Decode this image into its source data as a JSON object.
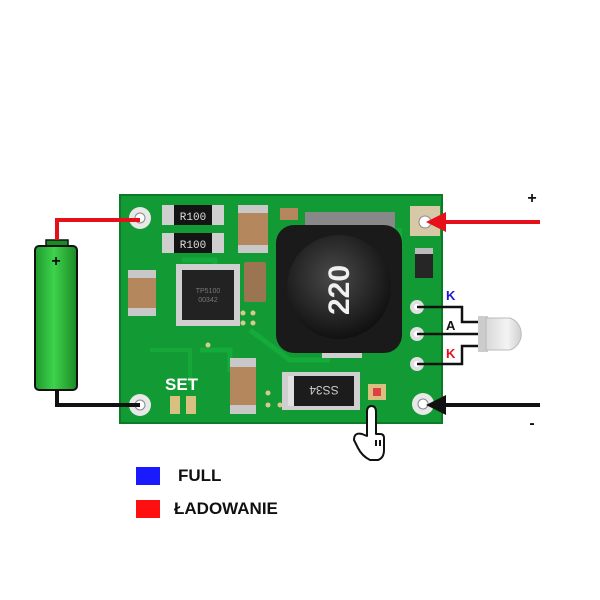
{
  "board": {
    "resistor_top": "R100",
    "resistor_bottom": "R100",
    "ic_text_1": "TP5100",
    "ic_text_2": "00342",
    "inductor": "220",
    "diode": "SS34",
    "set": "SET"
  },
  "led_pins": {
    "k_top": "K",
    "a_mid": "A",
    "k_bottom": "K"
  },
  "input": {
    "plus": "+",
    "minus": "-"
  },
  "battery": {
    "plus": "+"
  },
  "legend": {
    "full": "FULL",
    "charging": "ŁADOWANIE",
    "full_color": "#1a1aff",
    "charging_color": "#ff1010"
  },
  "colors": {
    "pcb": "#129a34",
    "battery": "#28c23a",
    "wire_red": "#e5101a",
    "wire_black": "#111111"
  }
}
